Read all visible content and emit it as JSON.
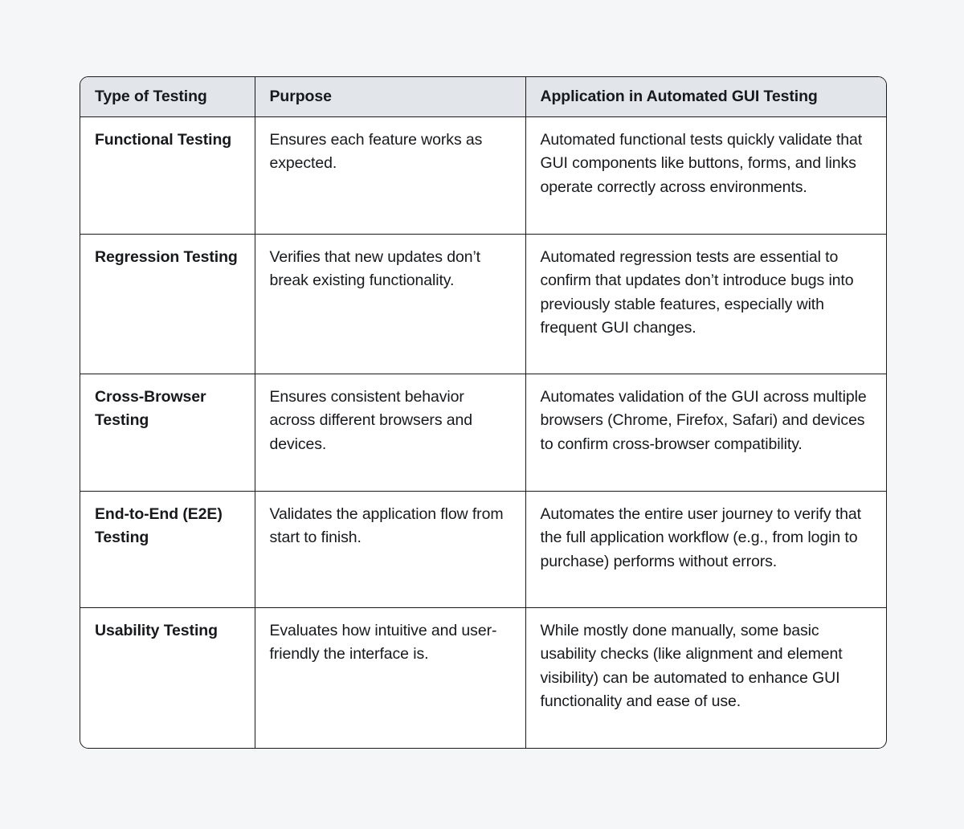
{
  "table": {
    "headers": [
      "Type of Testing",
      "Purpose",
      "Application in Automated GUI Testing"
    ],
    "rows": [
      {
        "type": "Functional Testing",
        "purpose": "Ensures each feature works as expected.",
        "application": "Automated functional tests quickly validate that GUI components like buttons, forms, and links operate correctly across environments."
      },
      {
        "type": "Regression Testing",
        "purpose": "Verifies that new updates don’t break existing functionality.",
        "application": "Automated regression tests are essential to confirm that updates don’t introduce bugs into previously stable features, especially with frequent GUI changes."
      },
      {
        "type": "Cross-Browser Testing",
        "purpose": "Ensures consistent behavior across different browsers and devices.",
        "application": "Automates validation of the GUI across multiple browsers (Chrome, Firefox, Safari) and devices to confirm cross-browser compatibility."
      },
      {
        "type": "End-to-End (E2E) Testing",
        "purpose": "Validates the application flow from start to finish.",
        "application": "Automates the entire user journey to verify that the full application workflow (e.g., from login to purchase) performs without errors."
      },
      {
        "type": "Usability Testing",
        "purpose": "Evaluates how intuitive and user-friendly the interface is.",
        "application": "While mostly done manually, some basic usability checks (like alignment and element visibility) can be automated to enhance GUI functionality and ease of use."
      }
    ]
  },
  "colors": {
    "page_background": "#f4f6f8",
    "table_background": "#ffffff",
    "header_background": "#e2e6ea",
    "border": "#1a1a1a",
    "text": "#17191c"
  }
}
